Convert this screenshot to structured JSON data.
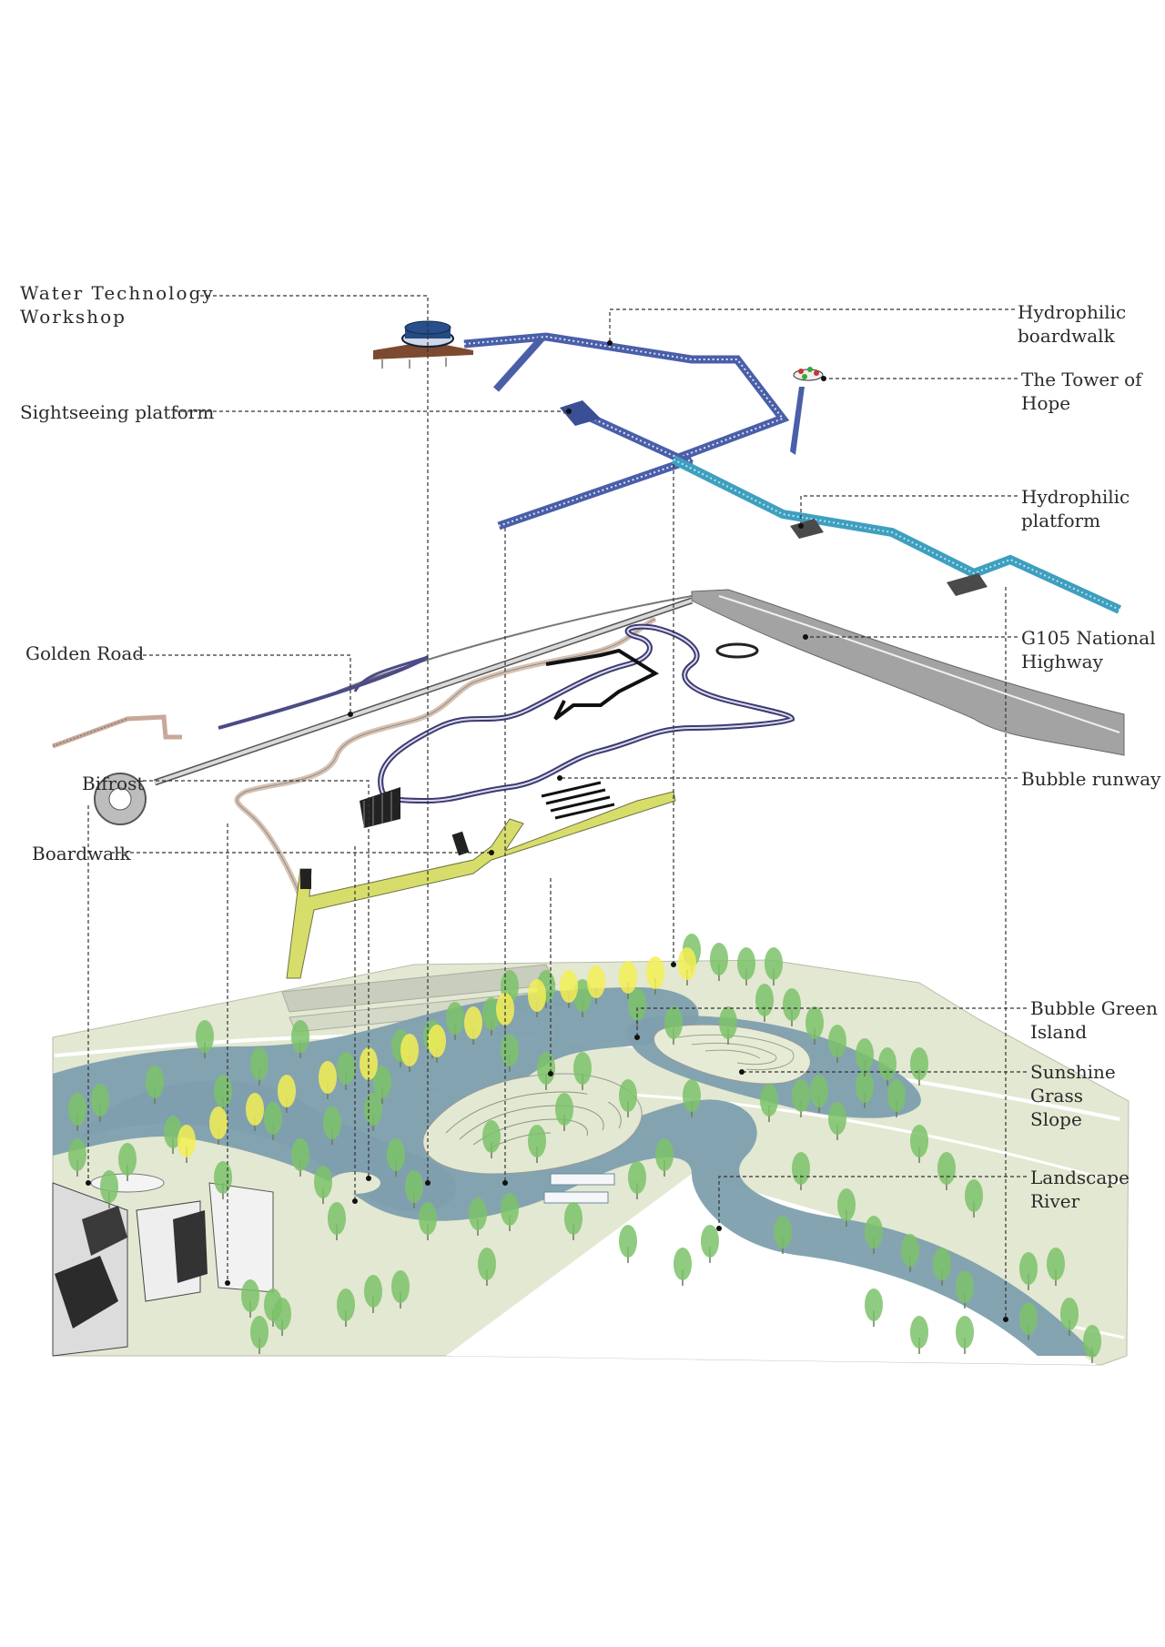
{
  "labels": {
    "water_technology_workshop": "Water Technology\nWorkshop",
    "sightseeing_platform": "Sightseeing platform",
    "golden_road": "Golden Road",
    "bifrost": "Bifrost",
    "boardwalk": "Boardwalk",
    "hydrophilic_boardwalk": "Hydrophilic\nboardwalk",
    "tower_of_hope": "The Tower of\nHope",
    "hydrophilic_platform": "Hydrophilic\nplatform",
    "g105_national_highway": "G105 National\nHighway",
    "bubble_runway": "Bubble runway",
    "bubble_green_island": "Bubble Green\nIsland",
    "sunshine_grass_slope": "Sunshine Grass\nSlope",
    "landscape_river": "Landscape River"
  },
  "colors": {
    "leader_line": "#333333",
    "ground": "#e3e8d2",
    "river": "#7e9fae",
    "tree": "#7bc26a",
    "tree_lit": "#f3ee55",
    "boardwalk_blue": "#4a5fa8",
    "boardwalk_teal": "#3f9fbf",
    "golden_road": "#d6dd6b",
    "bubble_runway": "#3c3a6e",
    "highway": "#9a9a9a"
  }
}
